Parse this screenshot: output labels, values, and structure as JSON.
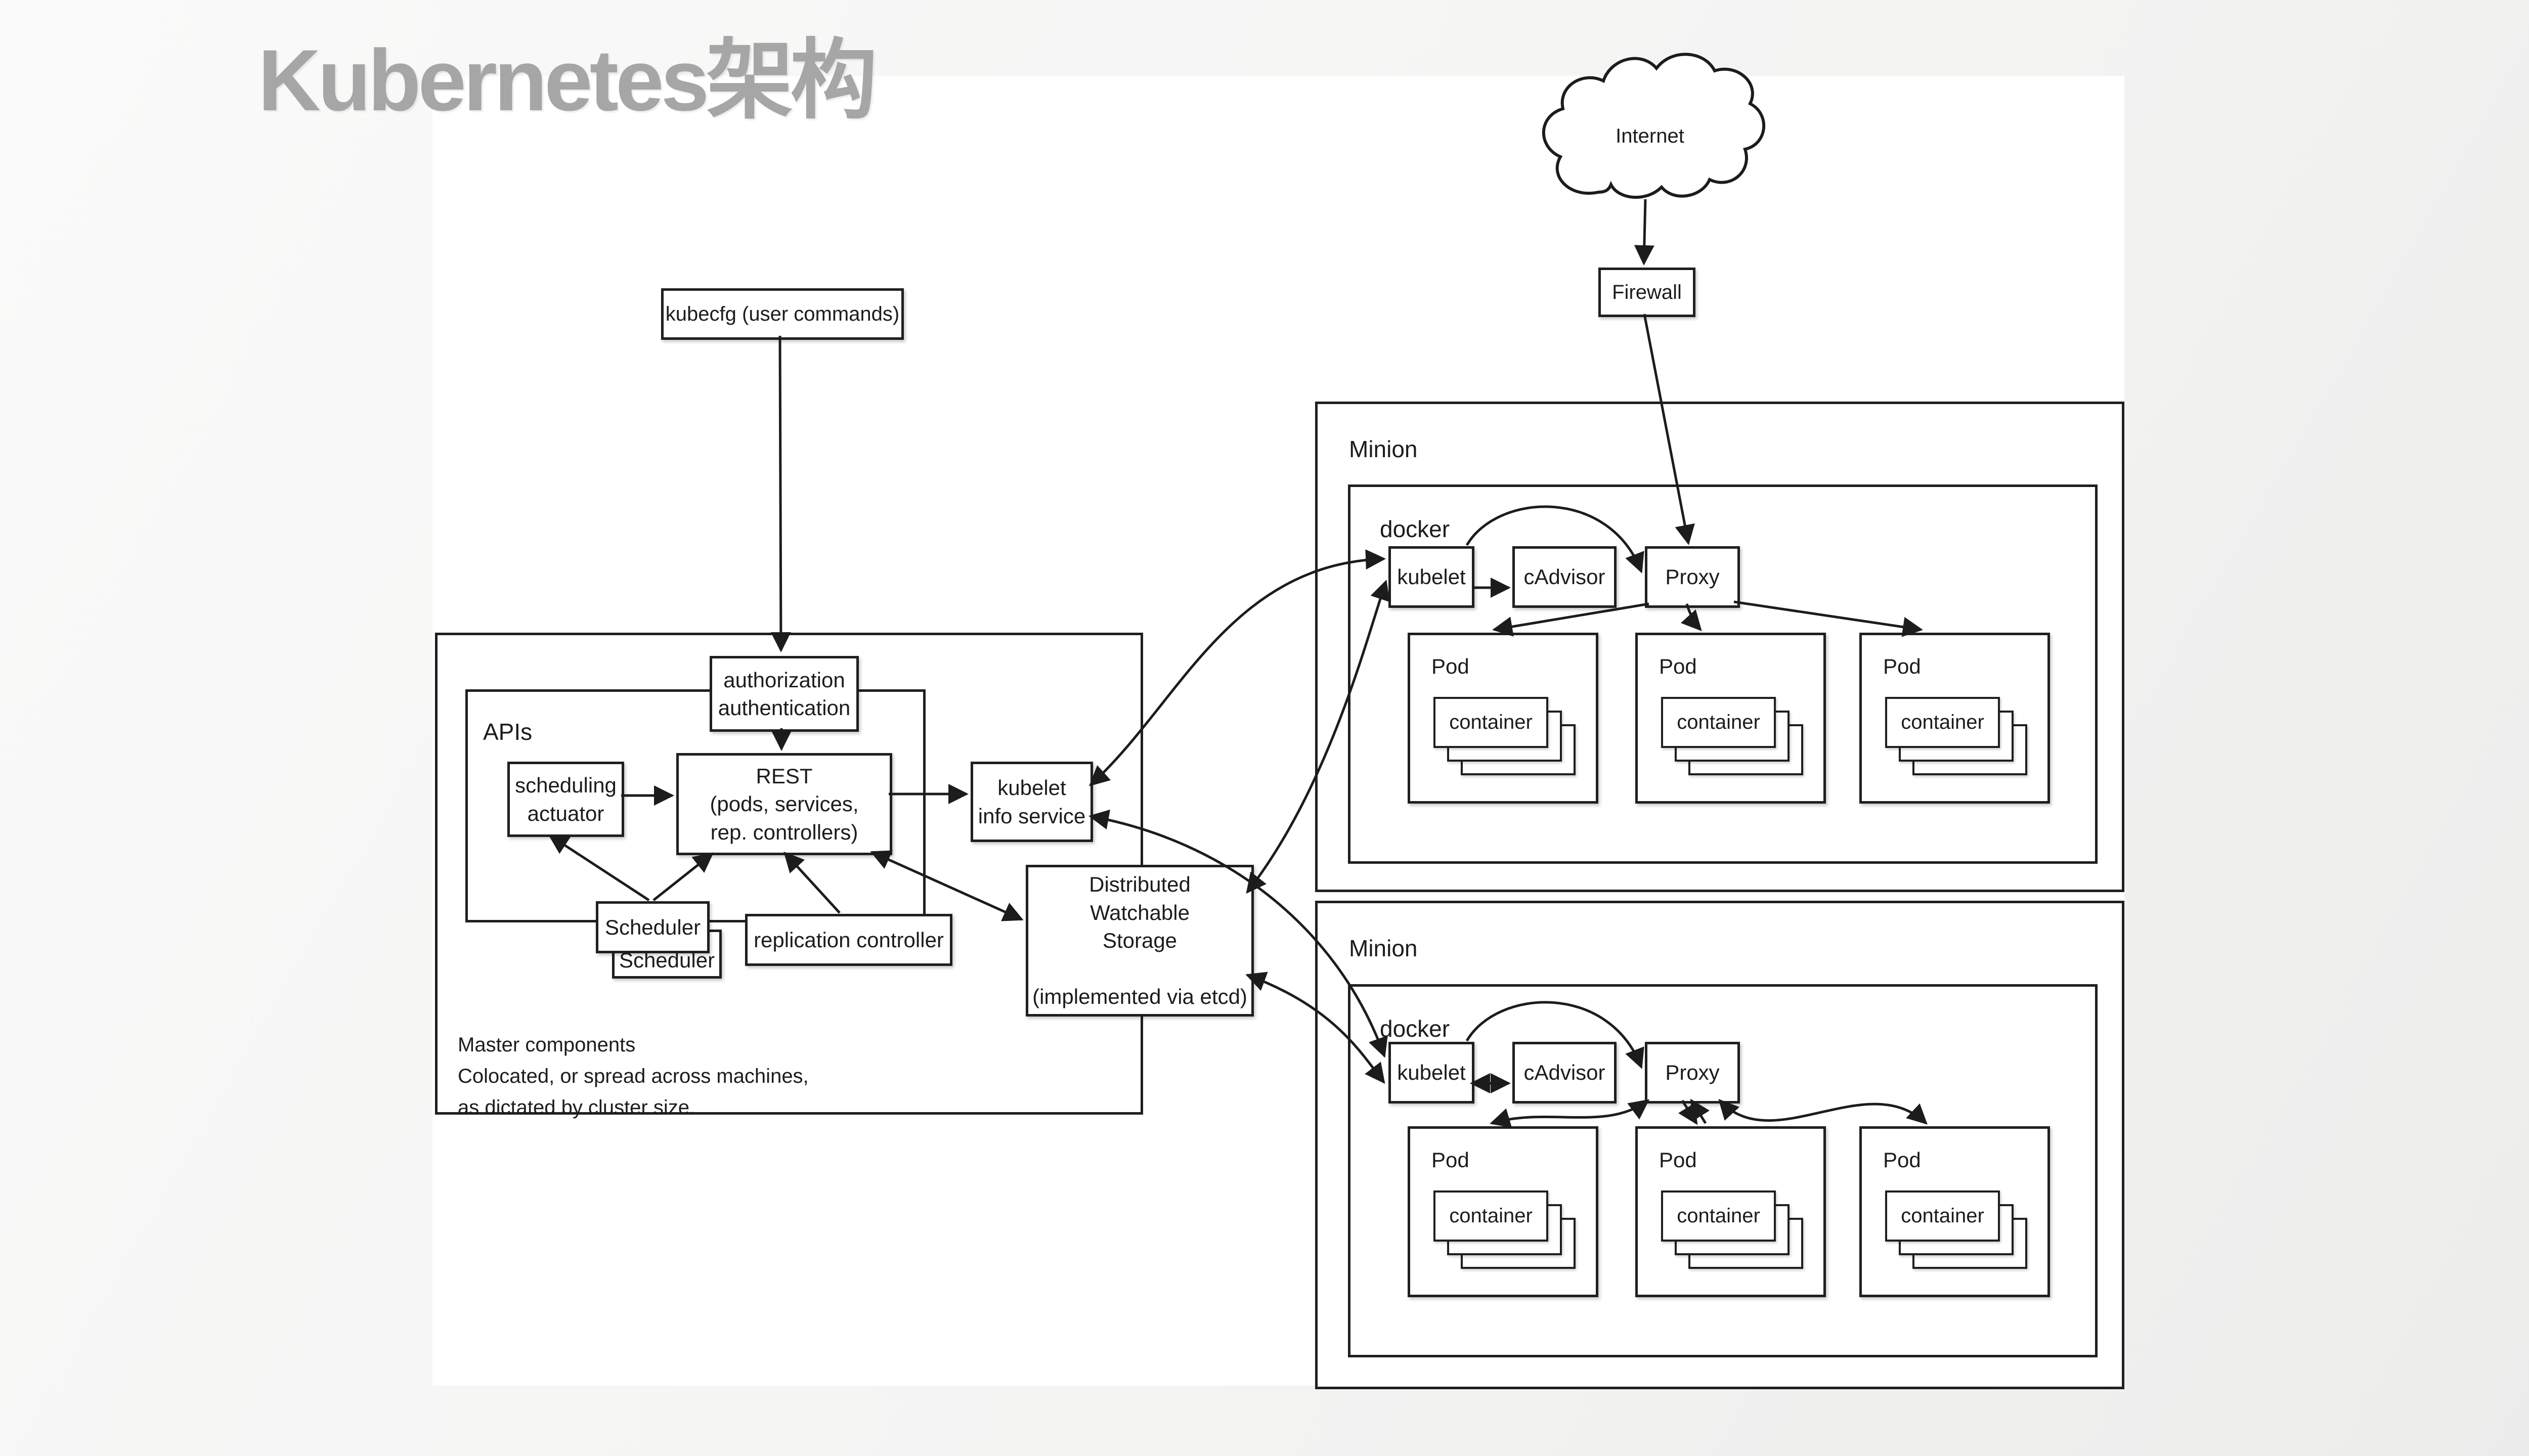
{
  "title": "Kubernetes架构",
  "master": {
    "kubecfg": "kubecfg (user commands)",
    "auth": "authorization\nauthentication",
    "apis": "APIs",
    "scheduling_actuator": "scheduling\nactuator",
    "rest": "REST\n(pods, services,\nrep. controllers)",
    "kubelet_info_service": "kubelet\ninfo service",
    "scheduler_front": "Scheduler",
    "scheduler_back": "Scheduler",
    "replication_controller": "replication controller",
    "storage": "Distributed\nWatchable\nStorage\n\n(implemented via etcd)",
    "note": "Master components\nColocated, or spread across machines,\nas dictated by cluster size."
  },
  "network": {
    "internet": "Internet",
    "firewall": "Firewall"
  },
  "minions": [
    {
      "label": "Minion",
      "docker": "docker",
      "kubelet": "kubelet",
      "cadvisor": "cAdvisor",
      "proxy": "Proxy",
      "pods": [
        {
          "label": "Pod",
          "container": "container"
        },
        {
          "label": "Pod",
          "container": "container"
        },
        {
          "label": "Pod",
          "container": "container"
        }
      ]
    },
    {
      "label": "Minion",
      "docker": "docker",
      "kubelet": "kubelet",
      "cadvisor": "cAdvisor",
      "proxy": "Proxy",
      "pods": [
        {
          "label": "Pod",
          "container": "container"
        },
        {
          "label": "Pod",
          "container": "container"
        },
        {
          "label": "Pod",
          "container": "container"
        }
      ]
    }
  ],
  "colors": {
    "page_background": "#f4f4f3",
    "canvas_background": "#ffffff",
    "stroke": "#1c1c1c",
    "title_gray": "#a6a6a6"
  }
}
